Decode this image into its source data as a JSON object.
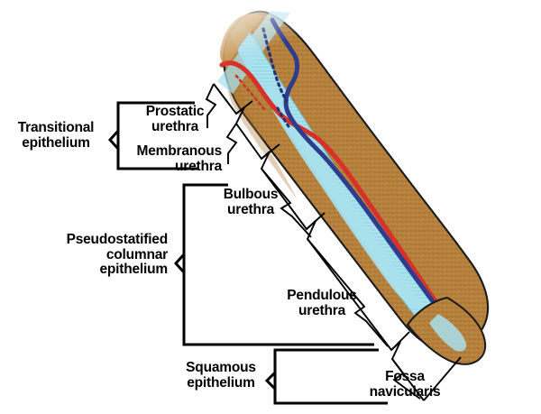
{
  "figure": {
    "title": "Male urethra epithelium regions diagram",
    "background_color": "#ffffff"
  },
  "illustration": {
    "name": "male-urethra-longitudinal-section",
    "colors": {
      "tissue_brown": "#b5803c",
      "tissue_brown_dark": "#9a6a2e",
      "lumen_blue": "#9fdcea",
      "lumen_blue_light": "#bdeaf3",
      "artery_red": "#d8312a",
      "vein_blue": "#2e3c8c",
      "outline_black": "#1a1a1a"
    },
    "features": [
      "corpus-spongiosum-tissue",
      "urethral-lumen",
      "dorsal-artery",
      "dorsal-vein",
      "dotted-nerve-branch-blue",
      "dotted-nerve-branch-red",
      "glans-penis-tip"
    ]
  },
  "epithelium_labels": [
    {
      "id": "transitional",
      "text": "Transitional\nepithelium"
    },
    {
      "id": "pseudostatified",
      "text": "Pseudostatified\ncolumnar\nepithelium"
    },
    {
      "id": "squamous",
      "text": "Squamous\nepithelium"
    }
  ],
  "region_labels": [
    {
      "id": "prostatic",
      "text": "Prostatic\nurethra"
    },
    {
      "id": "membranous",
      "text": "Membranous\nurethra"
    },
    {
      "id": "bulbous",
      "text": "Bulbous\nurethra"
    },
    {
      "id": "pendulous",
      "text": "Pendulous\nurethra"
    },
    {
      "id": "fossa",
      "text": "Fossa\nnavicularis"
    }
  ],
  "brackets": {
    "transitional_groups": [
      "prostatic",
      "membranous"
    ],
    "pseudostatified_groups": [
      "bulbous",
      "pendulous"
    ],
    "squamous_groups": [
      "fossa"
    ]
  },
  "leader_line": {
    "description": "diagonal measuring line along urethra with perpendicular tick dividers",
    "tick_count": 4
  }
}
